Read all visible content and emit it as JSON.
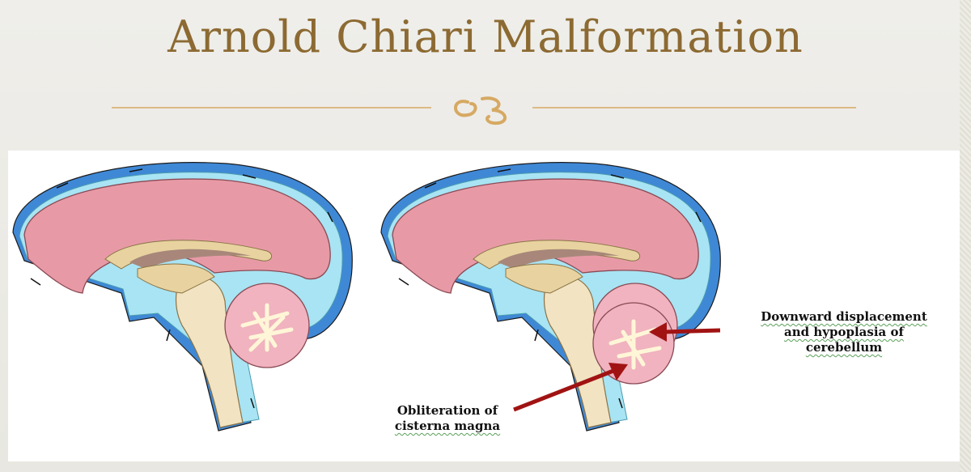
{
  "slide": {
    "title": "Arnold Chiari Malformation",
    "ornament_icon": "fleuron-ornament-icon"
  },
  "colors": {
    "title": "#8c6a32",
    "divider": "#d6a963",
    "csf_blue": "#3f88d6",
    "cerebrum_pink": "#e79aa6",
    "arrow_red": "#a11313"
  },
  "figure": {
    "left_image": "normal-brain-sagittal",
    "right_image": "chiari-brain-sagittal",
    "annotations": {
      "displacement": {
        "line1": "Downward displacement",
        "line2": "and hypoplasia of",
        "line3": "cerebellum"
      },
      "cisterna": {
        "line1": "Obliteration of",
        "line2": "cisterna magna"
      }
    }
  }
}
